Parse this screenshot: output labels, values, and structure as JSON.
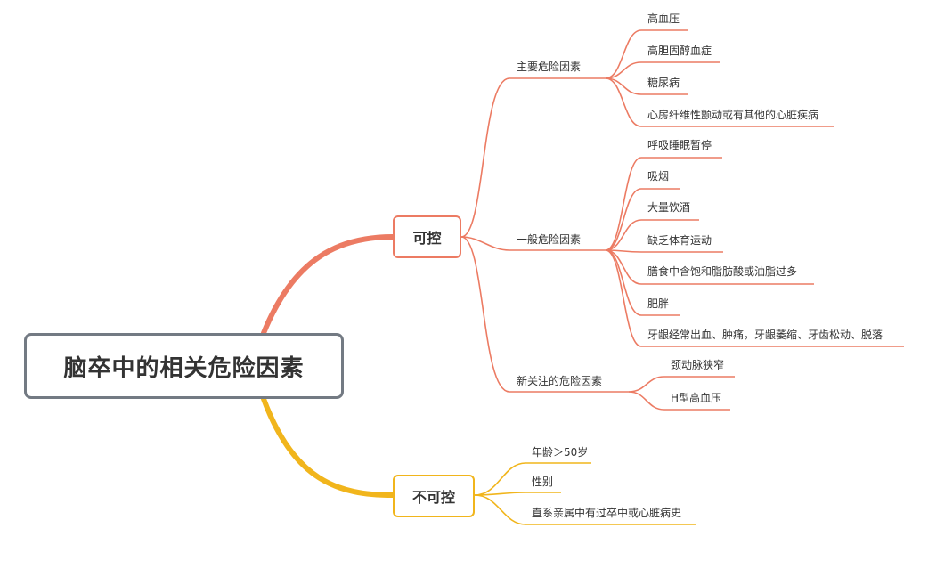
{
  "root": {
    "title": "脑卒中的相关危险因素"
  },
  "colors": {
    "controllable": "#ec7b63",
    "uncontrollable": "#f1b51c",
    "root_border": "#737a83"
  },
  "controllable": {
    "label": "可控",
    "main": {
      "label": "主要危险因素",
      "items": [
        "高血压",
        "高胆固醇血症",
        "糖尿病",
        "心房纤维性颤动或有其他的心脏疾病"
      ]
    },
    "general": {
      "label": "一般危险因素",
      "items": [
        "呼吸睡眠暂停",
        "吸烟",
        "大量饮酒",
        "缺乏体育运动",
        "膳食中含饱和脂肪酸或油脂过多",
        "肥胖",
        "牙龈经常出血、肿痛，牙龈萎缩、牙齿松动、脱落"
      ]
    },
    "new": {
      "label": "新关注的危险因素",
      "items": [
        "颈动脉狭窄",
        "H型高血压"
      ]
    }
  },
  "uncontrollable": {
    "label": "不可控",
    "items": [
      "年龄＞50岁",
      "性别",
      "直系亲属中有过卒中或心脏病史"
    ]
  }
}
